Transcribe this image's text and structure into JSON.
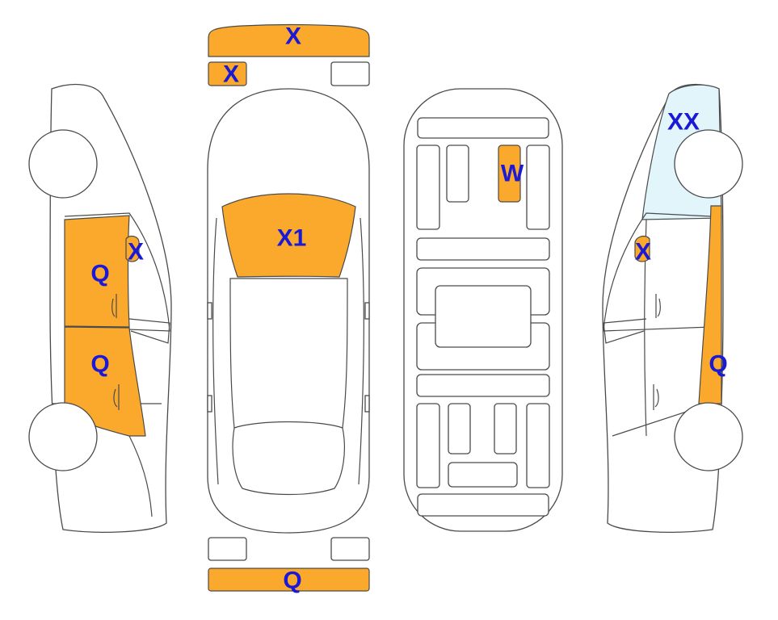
{
  "colors": {
    "damage": "#fba92d",
    "glass_damage": "#e1f5fb",
    "label": "#1a1ad6",
    "outline": "#4a4a4a"
  },
  "labels": {
    "front_bumper": "X",
    "front_left_lamp": "X",
    "windshield": "X1",
    "interior_seat": "W",
    "left_front_door": "Q",
    "left_rear_door": "Q",
    "left_mirror": "X",
    "right_glass": "XX",
    "right_mirror": "X",
    "right_rocker": "Q",
    "rear_bumper": "Q"
  }
}
